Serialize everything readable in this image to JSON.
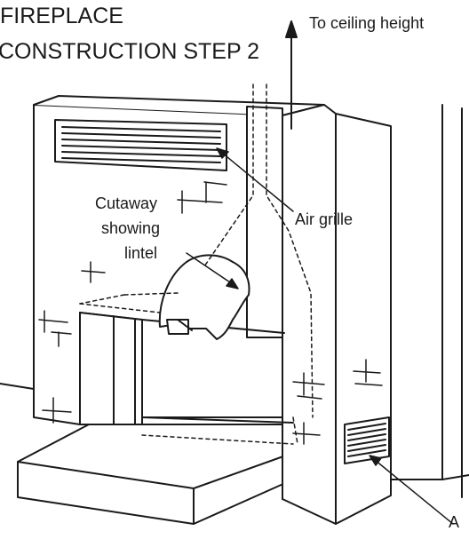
{
  "title": {
    "line1": "FIREPLACE",
    "line2": "CONSTRUCTION STEP 2"
  },
  "labels": {
    "ceiling": "To ceiling height",
    "cutaway_line1": "Cutaway",
    "cutaway_line2": "showing",
    "cutaway_line3": "lintel",
    "air_grille": "Air grille",
    "bottom_partial": "A"
  },
  "colors": {
    "ink": "#1a1a1a",
    "fill_light": "#f4f4f4",
    "background": "#ffffff"
  }
}
